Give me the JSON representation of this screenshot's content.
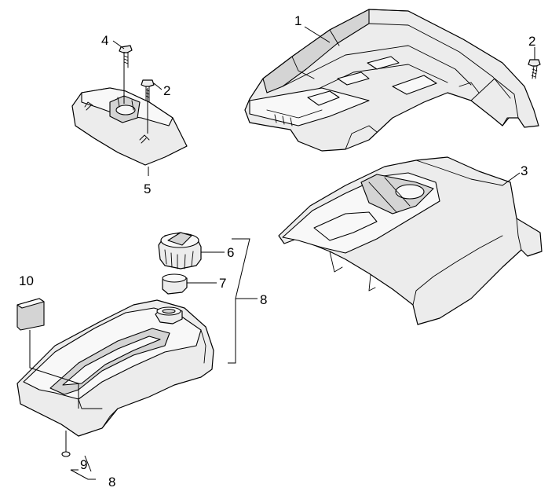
{
  "callouts": {
    "c1": "1",
    "c2a": "2",
    "c2b": "2",
    "c3": "3",
    "c4": "4",
    "c5": "5",
    "c6": "6",
    "c7": "7",
    "c8a": "8",
    "c8b": "8",
    "c9": "9",
    "c10": "10"
  },
  "colors": {
    "line": "#000000",
    "fill": "#ececec",
    "shade": "#d4d4d4",
    "background": "#ffffff"
  }
}
